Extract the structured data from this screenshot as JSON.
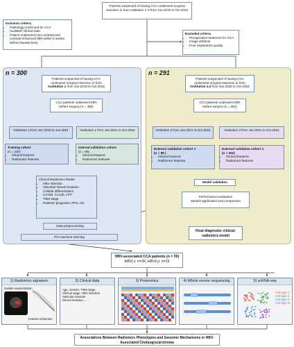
{
  "top_box": "Patients suspected of having CCA underwent surgical resection in from institution 1-3 from Jun.2019 to Oct.2022",
  "inclusion": {
    "title": "Inclusion criteria",
    "items": [
      "Pathology-confirmed for CCA",
      "Available clinical data",
      "Patient underwent non-contrast and contrast-enhanced MRI within 8 weeks  before hepatectomy"
    ]
  },
  "exclusion": {
    "title": "Excluded criteria",
    "items": [
      "Preoperative treatment for CCA",
      "Image artifacts",
      "Poor registration quality"
    ]
  },
  "left": {
    "n": "n = 300",
    "patients_box": {
      "pre": "Patients suspected of having CCA underwent surgical resection in from ",
      "bold": "institution 1",
      "post": " from Jun.2019 to Oct.2022"
    },
    "mri_box": "CCA patients underwent MRI before surgery (n = 300)",
    "inst_a": "Institution 1 from Jun.2019 to Jun.2021",
    "inst_b": "Institution 1 from Jun.2021 to Oct.2022",
    "training": {
      "title": "Training cohort",
      "n": "(n = 210)",
      "items": [
        "Clinical features",
        "Radiomics features"
      ]
    },
    "internal": {
      "title": "Internal validation cohort",
      "n": "(n = 90)",
      "items": [
        "Clinical features",
        "Radiomics features"
      ]
    },
    "model": {
      "title": "Clinical-Radiomics Model",
      "items": [
        "HBV infection",
        "Vascular/ Neural invasion",
        "Cellular differentiation",
        "CA199, CA125, AFP",
        "TNM stage",
        "Patients' prognosis: RFS, OS"
      ]
    },
    "preprocess": "Data preprocessing",
    "premachine": "Pre-machine learning"
  },
  "right": {
    "n": "n = 291",
    "patients_box": {
      "pre": "Patients suspected of having CCA underwent surgical resection in from ",
      "bold": "institution 2,3",
      "post": " from Jun.2019 to Oct.2022"
    },
    "mri_box": "CCA patients underwent MRI before surgery (n = 291)",
    "inst_a": "Institution 2 from Jun.2021 to Oct.2022",
    "inst_b": "Institution 3 from Jun.2021 to Oct.2022",
    "ext1": {
      "title": "External validation cohort 1",
      "n": "(n = 89 )",
      "items": [
        "Clinical features",
        "Radiomics features"
      ]
    },
    "ext2": {
      "title": "External validation cohort 2",
      "n": "(n = 202)",
      "items": [
        "Clinical features",
        "Radiomics features"
      ]
    },
    "model_validation": "Model validation",
    "performance": [
      "Performance evaluation",
      "Models application and comparison"
    ],
    "final": "Final diagnostic clinical-radiomics model"
  },
  "hbv": {
    "title": "HBV-associated CCA patients (n = 55)",
    "sub": "HBV(-): n=39, HBV(+): n=16"
  },
  "sections": {
    "s1": {
      "title": "1) Radiomics signature",
      "seg": "Nodule segmentation",
      "feat": "Feature extraction"
    },
    "s2": {
      "title": "2) Clinical data",
      "text": [
        "Age, Gender, TNM stage,",
        "Clinical stage, HBV infection",
        "Vascular invasion",
        "Neural invasion ......"
      ]
    },
    "s3": {
      "title": "3) Proteomics"
    },
    "s4": {
      "title": "4) Whole exome sequencing"
    },
    "s5": {
      "title": "5) scRNA-seq",
      "legend": [
        "Cell type 1",
        "Cell type 2",
        "Cell type 3",
        "Cell type N"
      ]
    }
  },
  "bottom": "Associations Between Radiomics Phenotypes and Genomic Mechanisms in HBV-Associated Cholangiocarcinoma",
  "colors": {
    "left_panel": "#dfe7f5",
    "right_panel": "#efeccb",
    "cell1": "#e0524b",
    "cell2": "#3fa34d",
    "cell3": "#4d7fd0",
    "cellN": "#a25bd1"
  }
}
